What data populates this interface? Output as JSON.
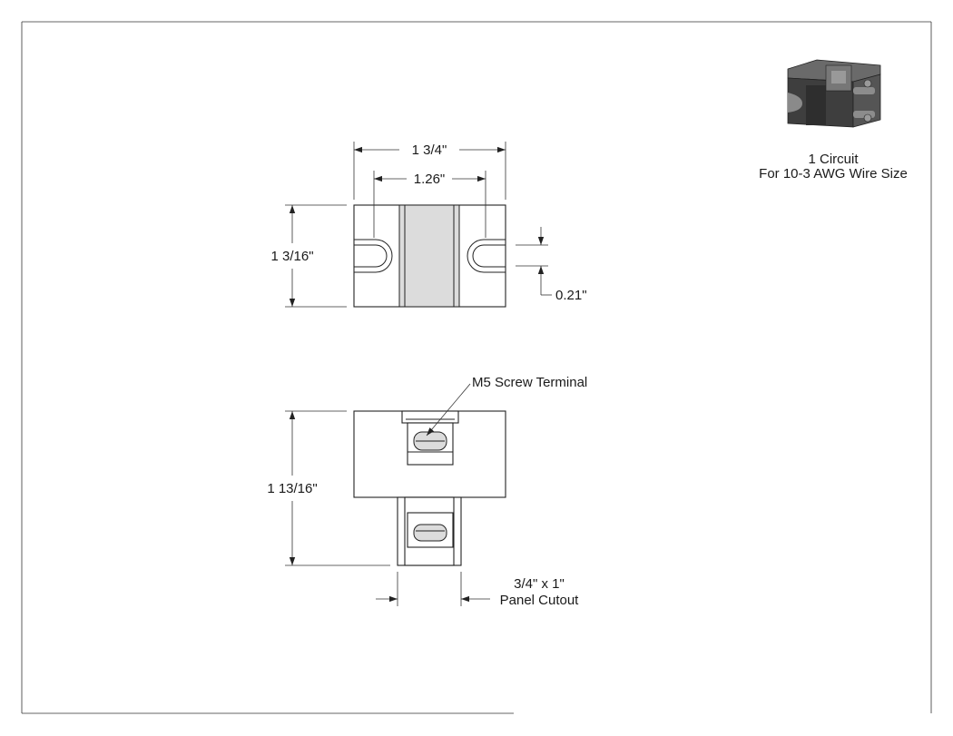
{
  "product": {
    "caption_line1": "1 Circuit",
    "caption_line2": "For 10-3 AWG Wire Size"
  },
  "top_view": {
    "overall_width": "1 3/4\"",
    "inner_width": "1.26\"",
    "height": "1 3/16\"",
    "slot_width": "0.21\""
  },
  "side_view": {
    "terminal_callout": "M5 Screw Terminal",
    "height": "1 13/16\"",
    "cutout_line1": "3/4\" x 1\"",
    "cutout_line2": "Panel Cutout"
  },
  "colors": {
    "line": "#222222",
    "body_dark": "#3a3a3a",
    "body_mid": "#5a5a5a",
    "body_light": "#8a8a8a"
  }
}
